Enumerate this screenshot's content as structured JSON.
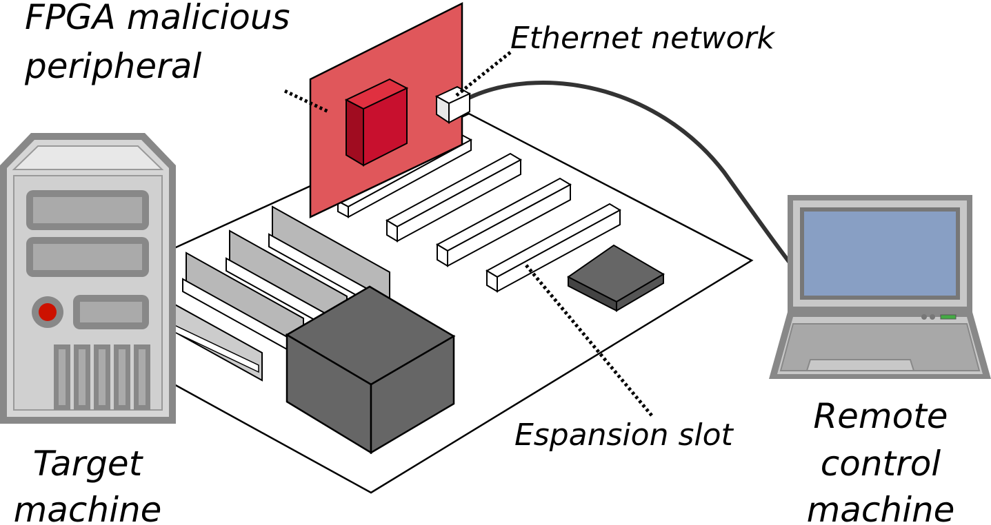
{
  "labels": {
    "fpga_line1": "FPGA malicious",
    "fpga_line2": "peripheral",
    "ethernet": "Ethernet network",
    "expansion_slot": "Espansion slot",
    "target_line1": "Target",
    "target_line2": "machine",
    "remote_line1": "Remote",
    "remote_line2": "control",
    "remote_line3": "machine"
  },
  "colors": {
    "fpga_card": "#e0575b",
    "fpga_chip": "#c8102e",
    "laptop_screen": "#889fc4",
    "power_led": "#cc1100",
    "dark_component": "#666666"
  }
}
